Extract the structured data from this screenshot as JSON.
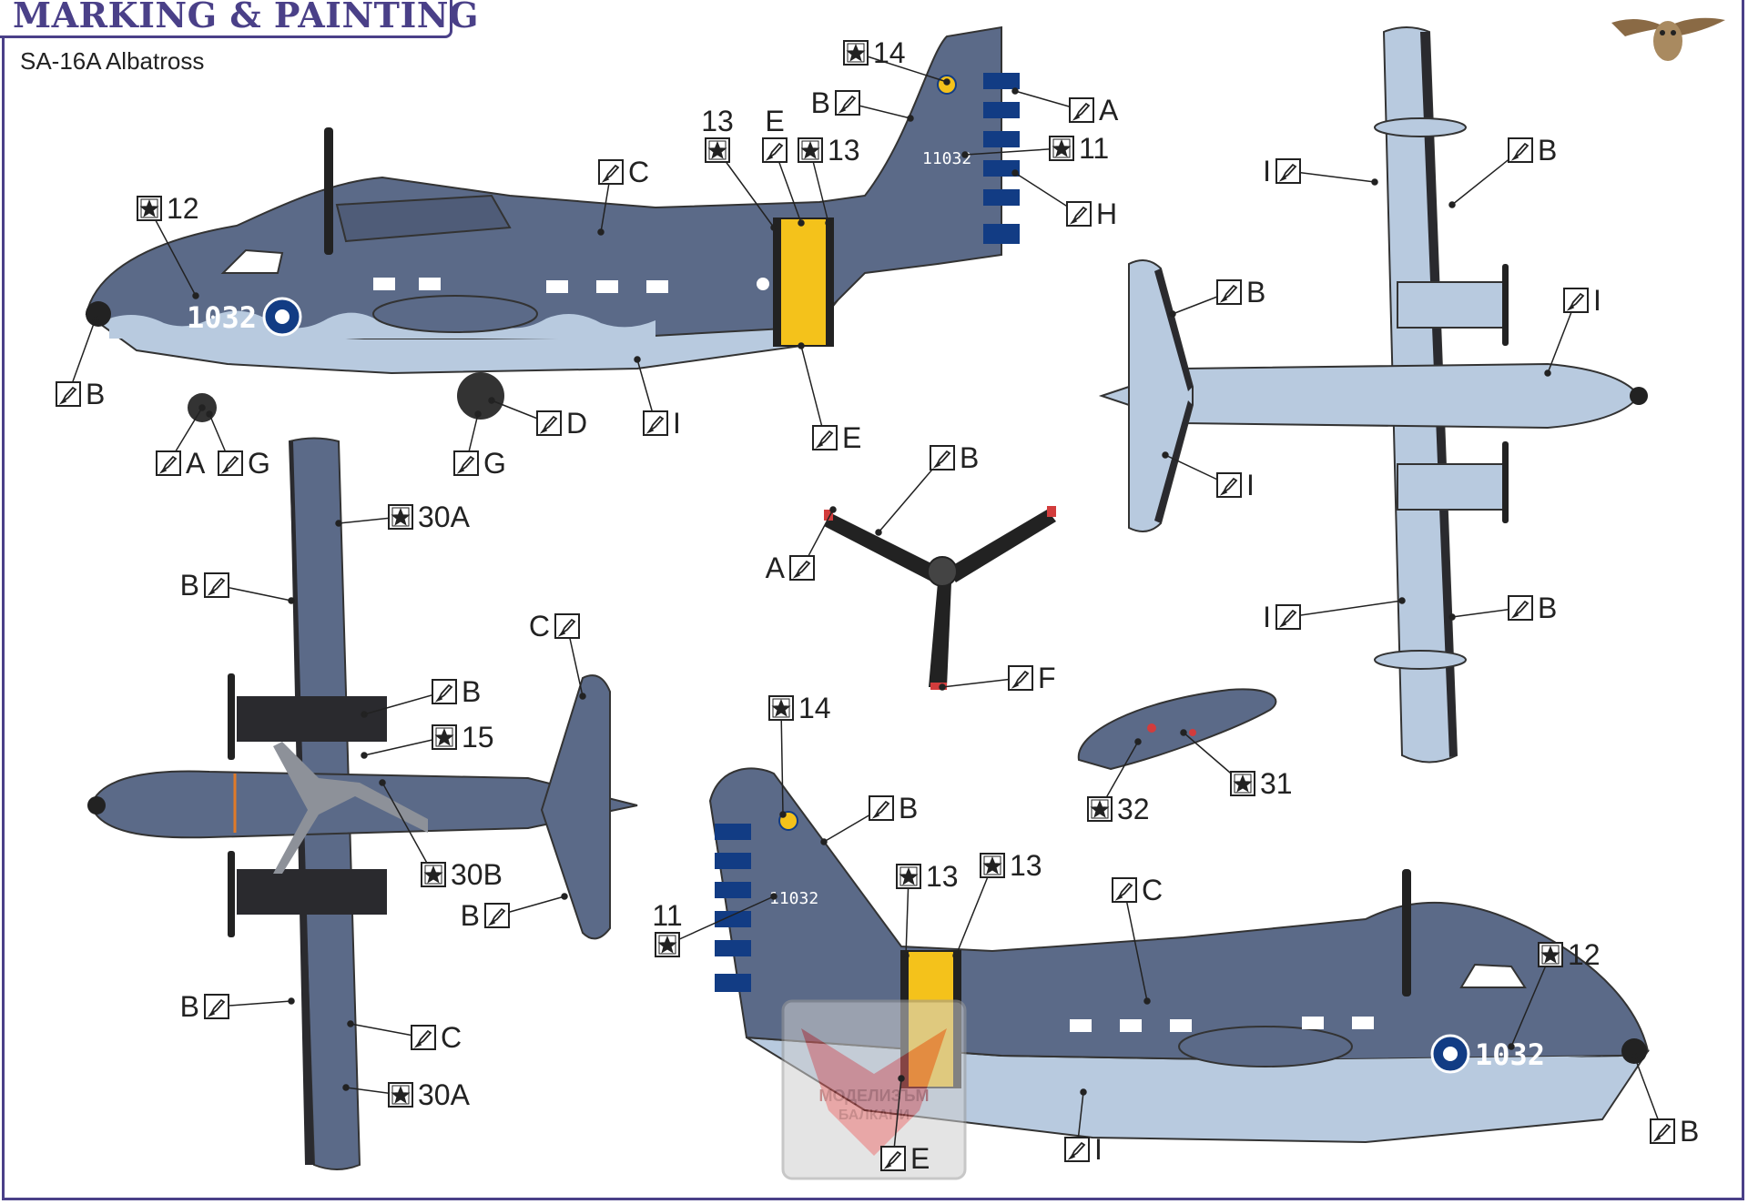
{
  "header": {
    "title": "MARKING & PAINTING",
    "subtitle": "SA-16A Albatross"
  },
  "colors": {
    "frame": "#4a4088",
    "upper_blue_grey": "#5b6a88",
    "lower_light_blue": "#b8cadf",
    "black_walkway": "#2a2a2e",
    "yellow_band": "#f4c21b",
    "dark_blue_stripe": "#123c84",
    "light_grey": "#8d9199",
    "white": "#ffffff",
    "red_tip": "#d23c3c"
  },
  "markings": {
    "serial_fuselage": "1032",
    "serial_tail": "11032"
  },
  "icons": {
    "paint": "paint-brush-icon",
    "decal": "decal-star-icon",
    "logo": "owl-logo-icon",
    "watermark": "watermark-stamp"
  },
  "watermark_text": [
    "МОДЕЛИЗЪМ",
    "БАЛКАНИ"
  ],
  "callouts": {
    "left_side": [
      {
        "id": "ls-14",
        "type": "decal",
        "label": "14"
      },
      {
        "id": "ls-b-tail",
        "type": "paint",
        "label": "B"
      },
      {
        "id": "ls-a-tail",
        "type": "paint",
        "label": "A"
      },
      {
        "id": "ls-11",
        "type": "decal",
        "label": "11"
      },
      {
        "id": "ls-h",
        "type": "paint",
        "label": "H"
      },
      {
        "id": "ls-13a",
        "type": "decal",
        "label": "13"
      },
      {
        "id": "ls-e-top",
        "type": "paint",
        "label": "E"
      },
      {
        "id": "ls-13b",
        "type": "decal",
        "label": "13"
      },
      {
        "id": "ls-c",
        "type": "paint",
        "label": "C"
      },
      {
        "id": "ls-12",
        "type": "decal",
        "label": "12"
      },
      {
        "id": "ls-b-nose",
        "type": "paint",
        "label": "B"
      },
      {
        "id": "ls-a-wheel",
        "type": "paint",
        "label": "A"
      },
      {
        "id": "ls-g1",
        "type": "paint",
        "label": "G"
      },
      {
        "id": "ls-g2",
        "type": "paint",
        "label": "G"
      },
      {
        "id": "ls-d",
        "type": "paint",
        "label": "D"
      },
      {
        "id": "ls-i",
        "type": "paint",
        "label": "I"
      },
      {
        "id": "ls-e-bottom",
        "type": "paint",
        "label": "E"
      }
    ],
    "top_view": [
      {
        "id": "tv-30a-1",
        "type": "decal",
        "label": "30A"
      },
      {
        "id": "tv-b-1",
        "type": "paint",
        "label": "B"
      },
      {
        "id": "tv-c-tail",
        "type": "paint",
        "label": "C"
      },
      {
        "id": "tv-b-2",
        "type": "paint",
        "label": "B"
      },
      {
        "id": "tv-15",
        "type": "decal",
        "label": "15"
      },
      {
        "id": "tv-30b",
        "type": "decal",
        "label": "30B"
      },
      {
        "id": "tv-b-tail",
        "type": "paint",
        "label": "B"
      },
      {
        "id": "tv-b-3",
        "type": "paint",
        "label": "B"
      },
      {
        "id": "tv-c",
        "type": "paint",
        "label": "C"
      },
      {
        "id": "tv-30a-2",
        "type": "decal",
        "label": "30A"
      }
    ],
    "bottom_view": [
      {
        "id": "bv-i-1",
        "type": "paint",
        "label": "I"
      },
      {
        "id": "bv-b-1",
        "type": "paint",
        "label": "B"
      },
      {
        "id": "bv-b-2",
        "type": "paint",
        "label": "B"
      },
      {
        "id": "bv-i-2",
        "type": "paint",
        "label": "I"
      },
      {
        "id": "bv-i-3",
        "type": "paint",
        "label": "I"
      },
      {
        "id": "bv-i-4",
        "type": "paint",
        "label": "I"
      },
      {
        "id": "bv-b-3",
        "type": "paint",
        "label": "B"
      }
    ],
    "propeller": [
      {
        "id": "pr-b",
        "type": "paint",
        "label": "B"
      },
      {
        "id": "pr-a",
        "type": "paint",
        "label": "A"
      },
      {
        "id": "pr-f",
        "type": "paint",
        "label": "F"
      }
    ],
    "drop_tank": [
      {
        "id": "dt-32",
        "type": "decal",
        "label": "32"
      },
      {
        "id": "dt-31",
        "type": "decal",
        "label": "31"
      }
    ],
    "right_side": [
      {
        "id": "rs-14",
        "type": "decal",
        "label": "14"
      },
      {
        "id": "rs-b-tail",
        "type": "paint",
        "label": "B"
      },
      {
        "id": "rs-13a",
        "type": "decal",
        "label": "13"
      },
      {
        "id": "rs-13b",
        "type": "decal",
        "label": "13"
      },
      {
        "id": "rs-c",
        "type": "paint",
        "label": "C"
      },
      {
        "id": "rs-12",
        "type": "decal",
        "label": "12"
      },
      {
        "id": "rs-11",
        "type": "decal",
        "label": "11"
      },
      {
        "id": "rs-b-nose",
        "type": "paint",
        "label": "B"
      },
      {
        "id": "rs-i",
        "type": "paint",
        "label": "I"
      },
      {
        "id": "rs-e",
        "type": "paint",
        "label": "E"
      }
    ]
  }
}
